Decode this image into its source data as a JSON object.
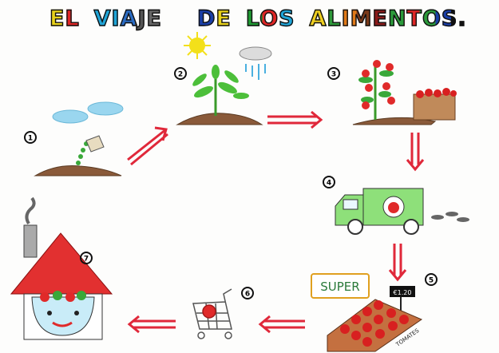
{
  "title": {
    "words": [
      "EL",
      "VIAJE",
      "DE",
      "LOS",
      "ALIMENTOS."
    ],
    "letter_colors": [
      "#e8d21a",
      "#e02626",
      "#1fa5d8",
      "#1fa5d8",
      "#2b6cc4",
      "#555555",
      "#666666",
      "#1a3fa8",
      "#e8d21a",
      "#1f9a32",
      "#e02626",
      "#1fa5d8",
      "#f0d020",
      "#2e9a3a",
      "#e07a18",
      "#7a3a1a",
      "#8b1a1a",
      "#2b9a3a",
      "#e02626",
      "#2b9a3a",
      "#1a3fa8",
      "#1a3fa8"
    ]
  },
  "steps": [
    {
      "number": "1"
    },
    {
      "number": "2"
    },
    {
      "number": "3"
    },
    {
      "number": "4"
    },
    {
      "number": "5"
    },
    {
      "number": "6"
    },
    {
      "number": "7"
    }
  ],
  "supermarket_sign": "SUPER",
  "price_tag": "€1.20",
  "crate_label": "TOMATES",
  "colors": {
    "arrow": "#e0283a",
    "soil": "#8a5a3a",
    "plant": "#3aa83a",
    "tomato": "#e02a2a",
    "truck": "#8ee07a",
    "sun": "#f3e01a",
    "sky": "#9ad6ef"
  }
}
